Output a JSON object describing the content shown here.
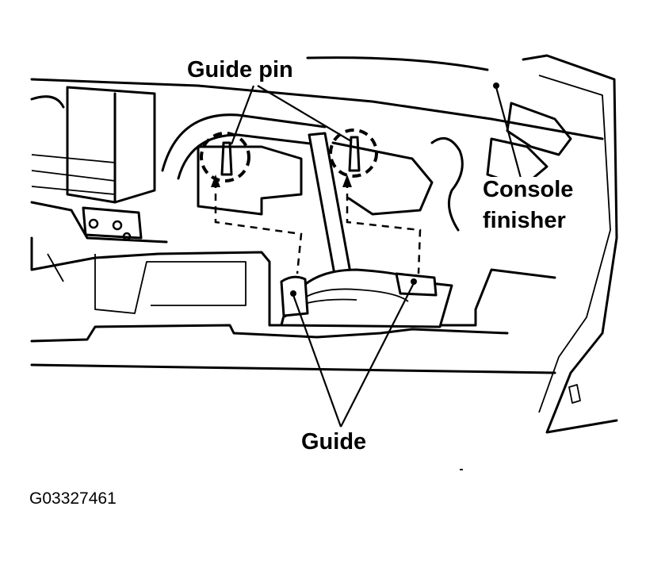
{
  "labels": {
    "guide_pin": "Guide pin",
    "console_finisher_line1": "Console",
    "console_finisher_line2": "finisher",
    "guide": "Guide"
  },
  "figure_id": "G03327461"
}
